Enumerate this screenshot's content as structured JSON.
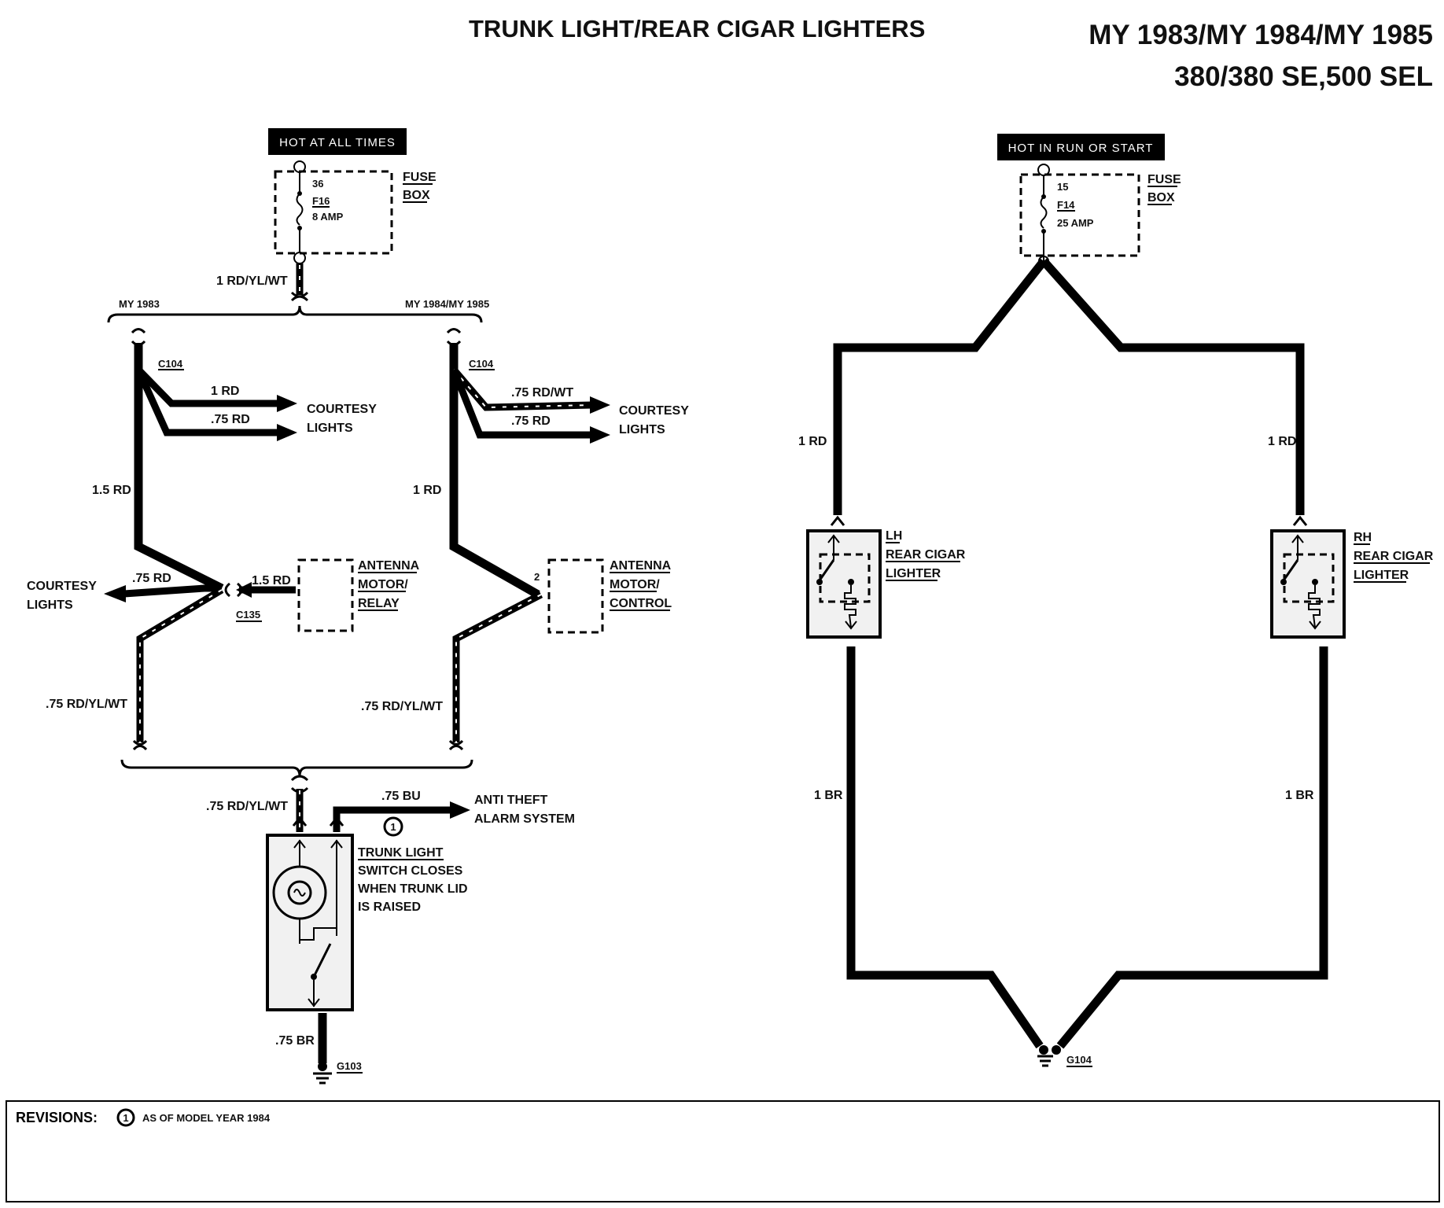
{
  "header": {
    "title": "TRUNK LIGHT/REAR CIGAR LIGHTERS",
    "model_years": "MY 1983/MY 1984/MY 1985",
    "models": "380/380 SE,500 SEL"
  },
  "left_circuit": {
    "power_label": "HOT AT ALL TIMES",
    "fuse_number": "36",
    "fuse_id": "F16",
    "fuse_rating": "8 AMP",
    "fuse_box_line1": "FUSE",
    "fuse_box_line2": "BOX",
    "feed_wire": "1 RD/YL/WT",
    "variant_a": "MY 1983",
    "variant_b": "MY 1984/MY 1985",
    "conn_a": "C104",
    "conn_b": "C104",
    "a_wire1": "1 RD",
    "a_wire2": ".75 RD",
    "b_wire1": ".75 RD/WT",
    "b_wire2": ".75 RD",
    "courtesy1": "COURTESY",
    "courtesy2": "LIGHTS",
    "a_riser": "1.5 RD",
    "b_riser": "1 RD",
    "a_branch": ".75 RD",
    "a_to_relay": "1.5 RD",
    "conn_c135": "C135",
    "relay_line1": "ANTENNA",
    "relay_line2": "MOTOR/",
    "relay_line3": "RELAY",
    "control_pin": "2",
    "control_line1": "ANTENNA",
    "control_line2": "MOTOR/",
    "control_line3": "CONTROL",
    "a_down": ".75 RD/YL/WT",
    "b_down": ".75 RD/YL/WT",
    "switch_feed": ".75 RD/YL/WT",
    "alarm_wire": ".75 BU",
    "revision_mark": "1",
    "alarm_line1": "ANTI THEFT",
    "alarm_line2": "ALARM SYSTEM",
    "switch_title": "TRUNK LIGHT",
    "switch_desc1": "SWITCH CLOSES",
    "switch_desc2": "WHEN TRUNK LID",
    "switch_desc3": "IS RAISED",
    "ground_wire": ".75 BR",
    "ground": "G103"
  },
  "right_circuit": {
    "power_label": "HOT IN RUN OR START",
    "fuse_number": "15",
    "fuse_id": "F14",
    "fuse_rating": "25 AMP",
    "fuse_box_line1": "FUSE",
    "fuse_box_line2": "BOX",
    "lh_wire": "1 RD",
    "rh_wire": "1 RD",
    "lh_line1": "LH",
    "lh_line2": "REAR CIGAR",
    "lh_line3": "LIGHTER",
    "rh_line1": "RH",
    "rh_line2": "REAR CIGAR",
    "rh_line3": "LIGHTER",
    "lh_ground_wire": "1 BR",
    "rh_ground_wire": "1 BR",
    "ground": "G104"
  },
  "revisions": {
    "label": "REVISIONS:",
    "mark": "1",
    "text": "AS OF MODEL YEAR 1984"
  }
}
